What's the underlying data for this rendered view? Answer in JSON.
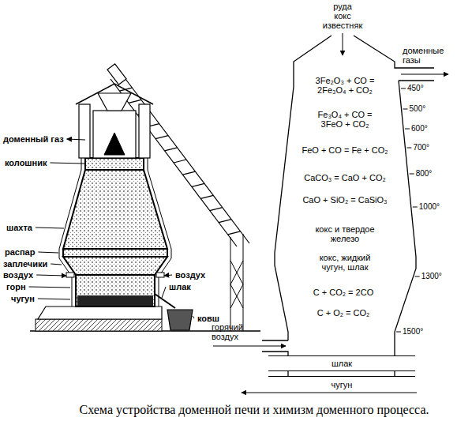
{
  "diagram": {
    "caption": "Схема устройства доменной печи и химизм доменного процесса.",
    "nodes": [
      {
        "text": [
          "шлак"
        ]
      },
      {
        "text": [
          "чугун"
        ]
      }
    ],
    "labels": [
      "доменный газ",
      "колошник",
      "шахта",
      "распар",
      "заплечики",
      "воздух",
      "воздух",
      "горн",
      "чугун",
      "шлак",
      "ковш",
      "руда",
      "кокс",
      "известняк",
      "доменные газы",
      "3Fe₂O₃ + CO = 2Fe₃O₄ + CO₂",
      "450°",
      "500°",
      "Fe₃O₄ + CO = 3FeO + CO₂",
      "600°",
      "700°",
      "FeO + CO = Fe + CO₂",
      "800°",
      "CaCO₃ = CaO + CO₂",
      "CaO + SiO₂ = CaSiO₃",
      "1000°",
      "кокс и твердое железо",
      "кокс, жидкий чугун, шлак",
      "1300°",
      "C + CO₂ = 2CO",
      "C + O₂ = CO₂",
      "1500°",
      "горячий воздух"
    ]
  }
}
